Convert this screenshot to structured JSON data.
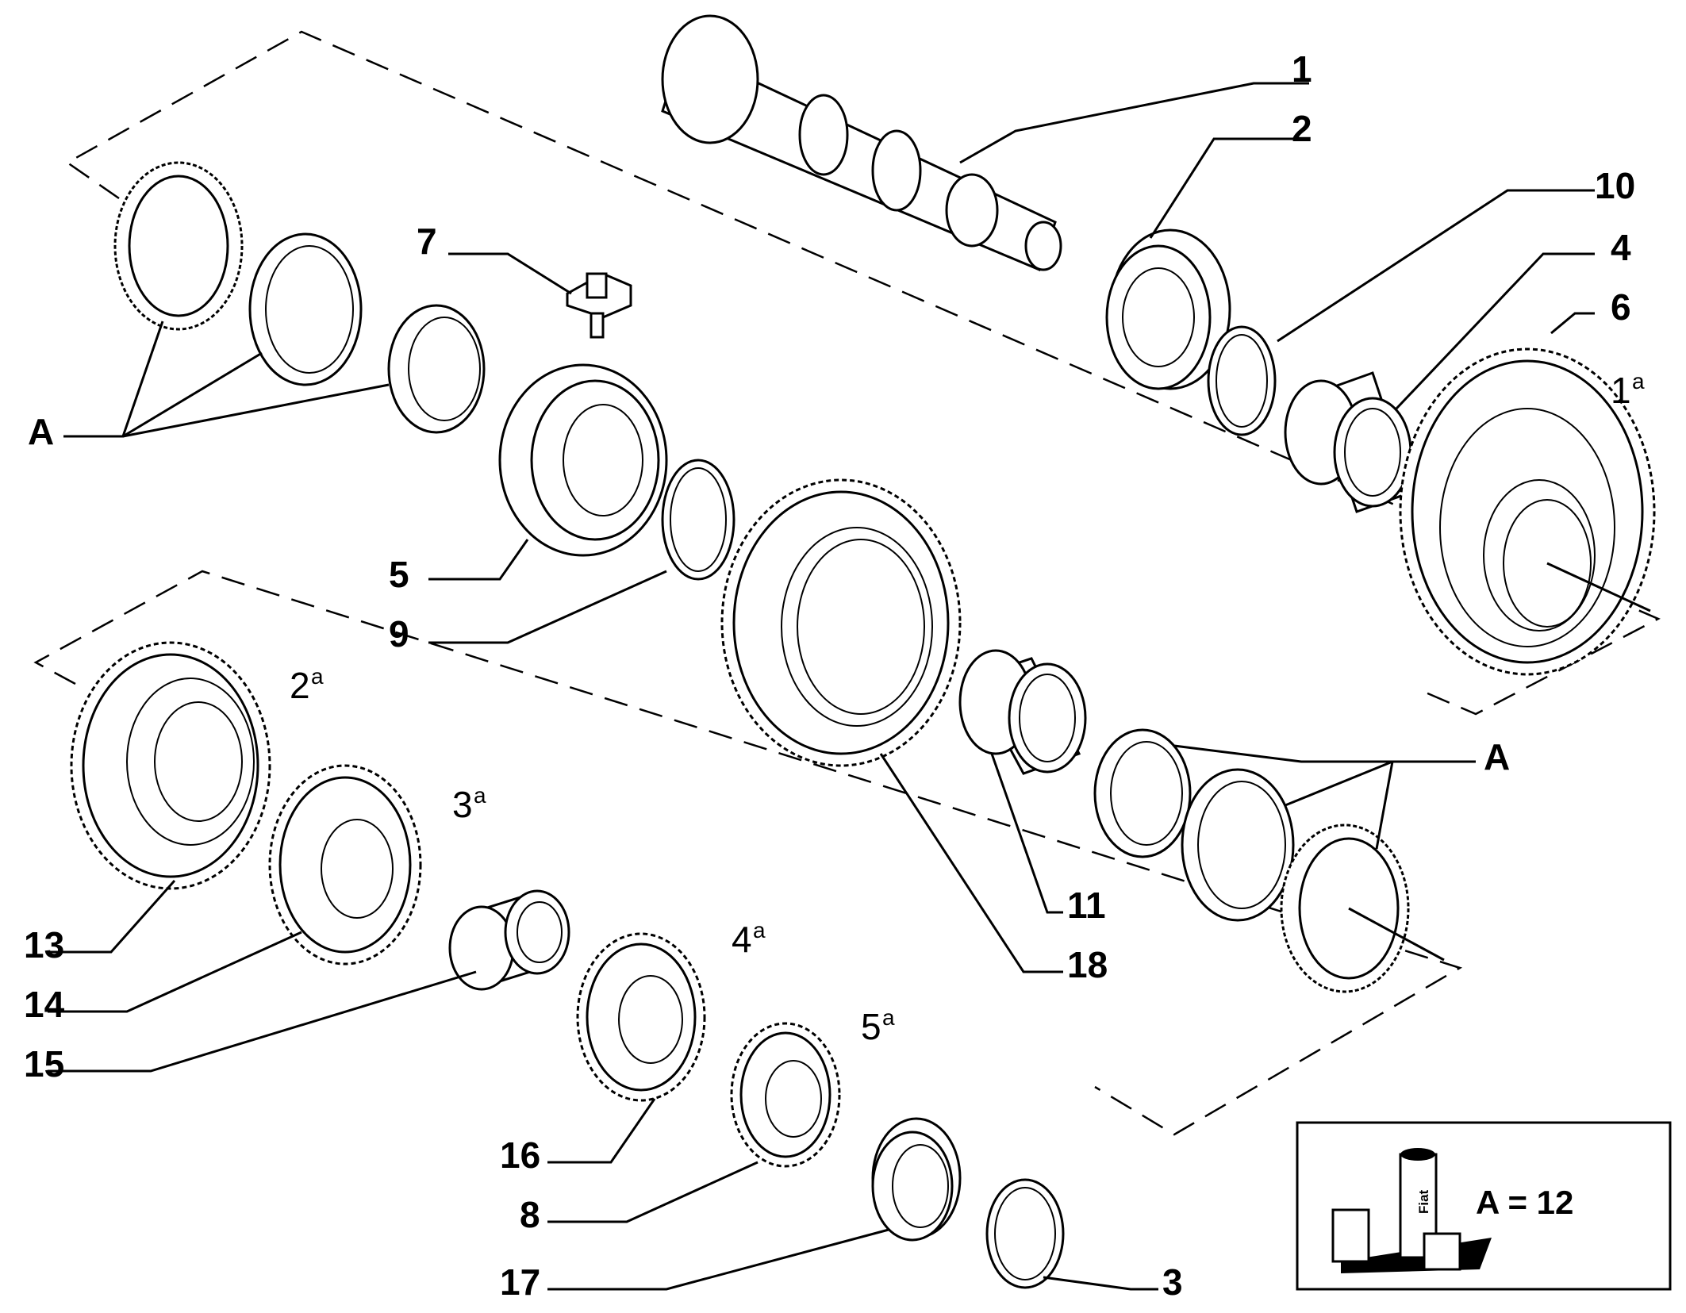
{
  "labels": {
    "p1": "1",
    "p2": "2",
    "p3": "3",
    "p4": "4",
    "p5": "5",
    "p6": "6",
    "p7": "7",
    "p8": "8",
    "p9": "9",
    "p10": "10",
    "p11": "11",
    "p13": "13",
    "p14": "14",
    "p15": "15",
    "p16": "16",
    "p17": "17",
    "p18": "18",
    "group_left": "A",
    "group_right": "A"
  },
  "gear_names": {
    "g1": {
      "num": "1",
      "sup": "a"
    },
    "g2": {
      "num": "2",
      "sup": "a"
    },
    "g3": {
      "num": "3",
      "sup": "a"
    },
    "g4": {
      "num": "4",
      "sup": "a"
    },
    "g5": {
      "num": "5",
      "sup": "a"
    }
  },
  "kit_box": {
    "text": "A = 12",
    "logo_text": "Fiat"
  },
  "colors": {
    "ink": "#000000",
    "paper": "#ffffff"
  }
}
